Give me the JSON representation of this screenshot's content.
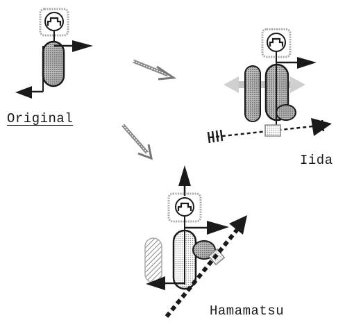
{
  "labels": {
    "original": "Original",
    "iida": "Iida",
    "hamamatsu": "Hamamatsu"
  },
  "colors": {
    "ink": "#1a1a1a",
    "stipple_gray": "#9a9a9a",
    "frame_gray": "#bdbdbd",
    "background": "#ffffff"
  },
  "icons": {
    "head": "robot-head-icon",
    "arrow": "arrow-icon"
  }
}
